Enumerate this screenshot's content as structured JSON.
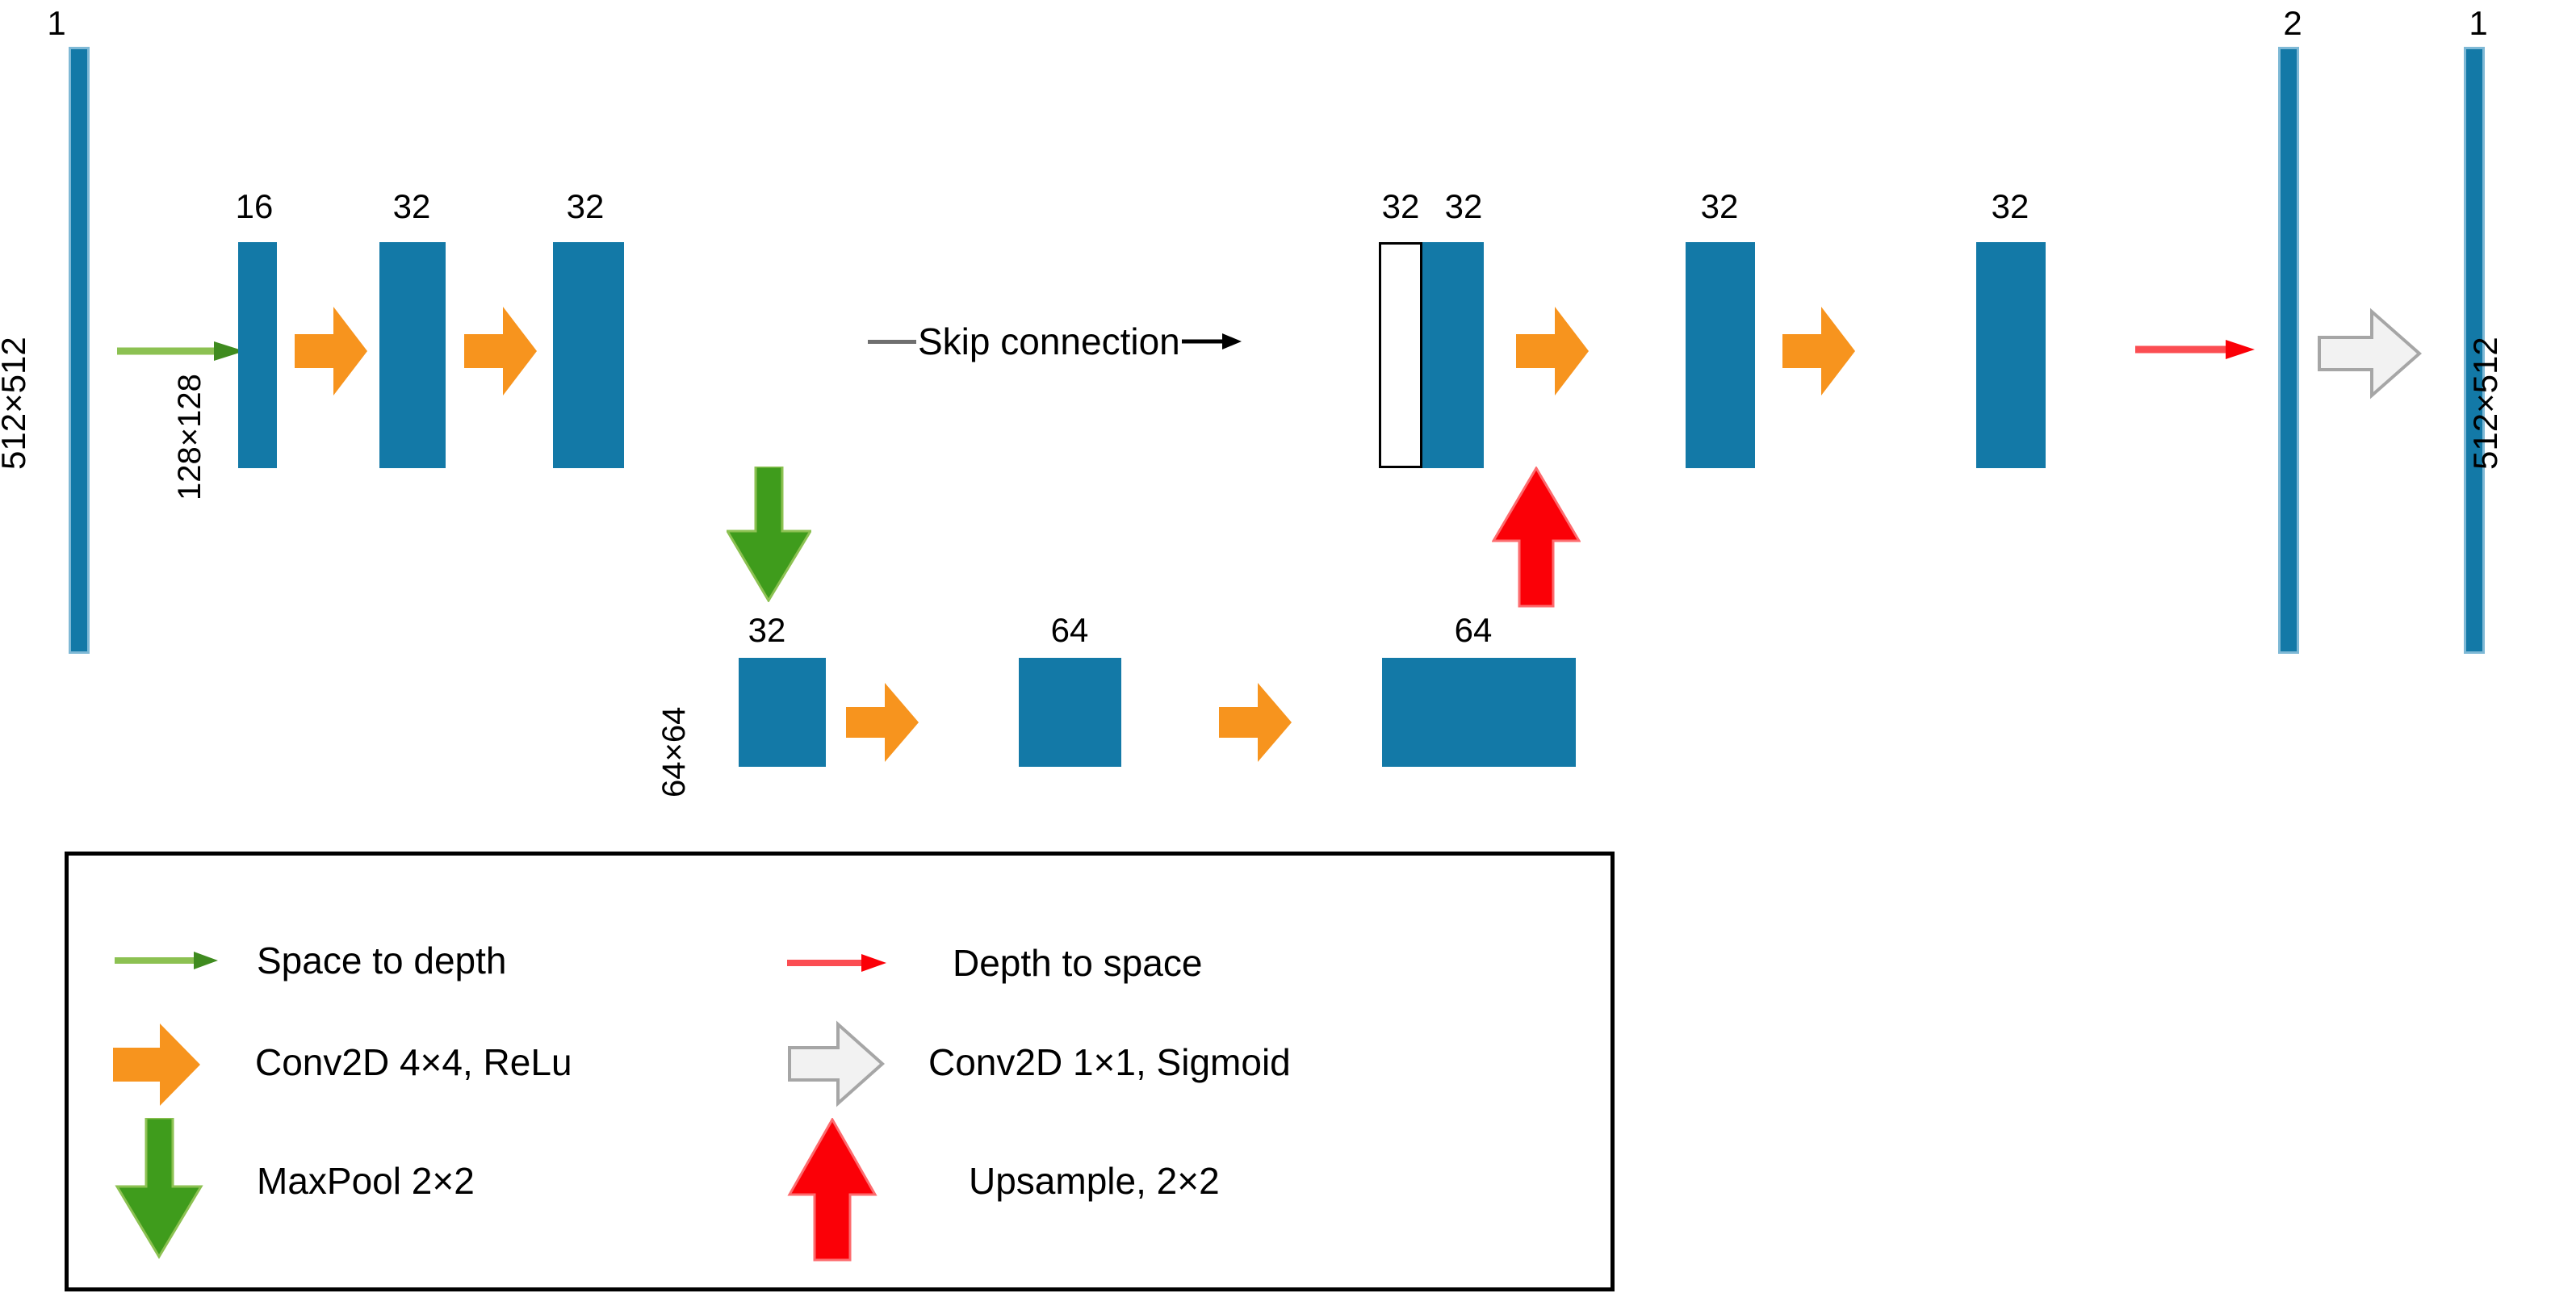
{
  "diagram": {
    "title": "U-Net style encoder-decoder architecture",
    "colors": {
      "feature_block": "#1379a7",
      "feature_block_edge": "#7fb9d6",
      "conv_arrow": "#f7941e",
      "maxpool_arrow": "#3f9c1c",
      "upsample_arrow": "#fb0007",
      "space_to_depth_arrow": "#8cc152",
      "depth_to_space_arrow": "#fb4d52",
      "sigmoid_arrow_fill": "#f2f2f2",
      "sigmoid_arrow_edge": "#a6a6a6",
      "skip_line": "#6f6f6f",
      "text": "#000000"
    },
    "input": {
      "channels": "1",
      "resolution": "512×512"
    },
    "output": {
      "channels": "1",
      "resolution": "512×512"
    },
    "pre_output": {
      "channels": "2"
    },
    "encoder_top": {
      "resolution": "128×128",
      "blocks": [
        {
          "channels": "16"
        },
        {
          "channels": "32"
        },
        {
          "channels": "32"
        }
      ]
    },
    "bottleneck": {
      "resolution": "64×64",
      "blocks": [
        {
          "channels": "32"
        },
        {
          "channels": "64"
        },
        {
          "channels": "64"
        }
      ]
    },
    "decoder_top": {
      "concat": {
        "skip_channels": "32",
        "up_channels": "32"
      },
      "blocks": [
        {
          "channels": "32"
        },
        {
          "channels": "32"
        }
      ]
    },
    "skip_connection": {
      "label": "Skip connection"
    }
  },
  "legend": {
    "items": [
      {
        "icon": "space-to-depth-arrow-icon",
        "label": "Space to depth"
      },
      {
        "icon": "depth-to-space-arrow-icon",
        "label": "Depth to space"
      },
      {
        "icon": "conv-arrow-icon",
        "label": "Conv2D 4×4, ReLu"
      },
      {
        "icon": "sigmoid-arrow-icon",
        "label": "Conv2D 1×1, Sigmoid"
      },
      {
        "icon": "maxpool-arrow-icon",
        "label": "MaxPool 2×2"
      },
      {
        "icon": "upsample-arrow-icon",
        "label": "Upsample, 2×2"
      }
    ]
  }
}
